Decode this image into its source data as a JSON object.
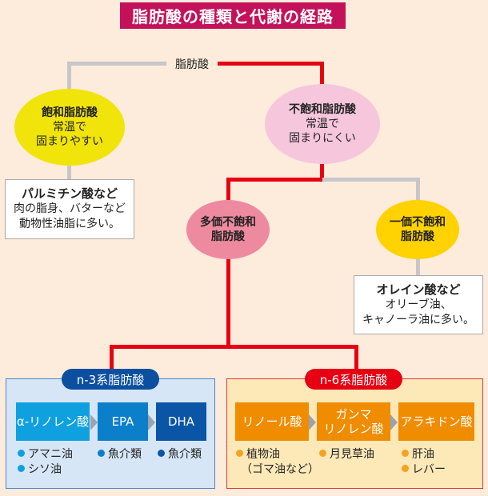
{
  "title": "脂肪酸の種類と代謝の経路",
  "root": "脂肪酸",
  "colors": {
    "title_bg": "#c4125a",
    "red_path": "#e60012",
    "gray_path": "#c7c7c9",
    "saturated": "#f0e40a",
    "unsaturated": "#f6c6dc",
    "polyunsaturated": "#ee8aa0",
    "monounsaturated": "#ffd200",
    "n3_panel": "#d6e6f6",
    "n3_pill": "#0b4fa0",
    "n6_panel": "#fde9b8",
    "n6_pill": "#e60012",
    "n6_step": "#f08c00"
  },
  "saturated": {
    "name": "飽和脂肪酸",
    "line1": "常温で",
    "line2": "固まりやすい"
  },
  "saturated_note": {
    "title": "パルミチン酸など",
    "line1": "肉の脂身、バターなど",
    "line2": "動物性油脂に多い。"
  },
  "unsaturated": {
    "name": "不飽和脂肪酸",
    "line1": "常温で",
    "line2": "固まりにくい"
  },
  "polyunsaturated": {
    "line1": "多価不飽和",
    "line2": "脂肪酸"
  },
  "monounsaturated": {
    "line1": "一価不飽和",
    "line2": "脂肪酸"
  },
  "mono_note": {
    "title": "オレイン酸など",
    "line1": "オリーブ油、",
    "line2": "キャノーラ油に多い。"
  },
  "n3": {
    "label": "n-3系脂肪酸",
    "steps": [
      {
        "name": "α-リノレン酸",
        "color": "#0fa0e0",
        "sources": [
          "アマニ油",
          "シソ油"
        ]
      },
      {
        "name": "EPA",
        "color": "#0c7fcb",
        "sources": [
          "魚介類"
        ]
      },
      {
        "name": "DHA",
        "color": "#0b55a6",
        "sources": [
          "魚介類"
        ]
      }
    ]
  },
  "n6": {
    "label": "n-6系脂肪酸",
    "steps": [
      {
        "name": "リノール酸",
        "sources": [
          "植物油"
        ],
        "extra": "（ゴマ油など）"
      },
      {
        "name_line1": "ガンマ",
        "name_line2": "リノレン酸",
        "sources": [
          "月見草油"
        ]
      },
      {
        "name": "アラキドン酸",
        "sources": [
          "肝油",
          "レバー"
        ]
      }
    ]
  }
}
